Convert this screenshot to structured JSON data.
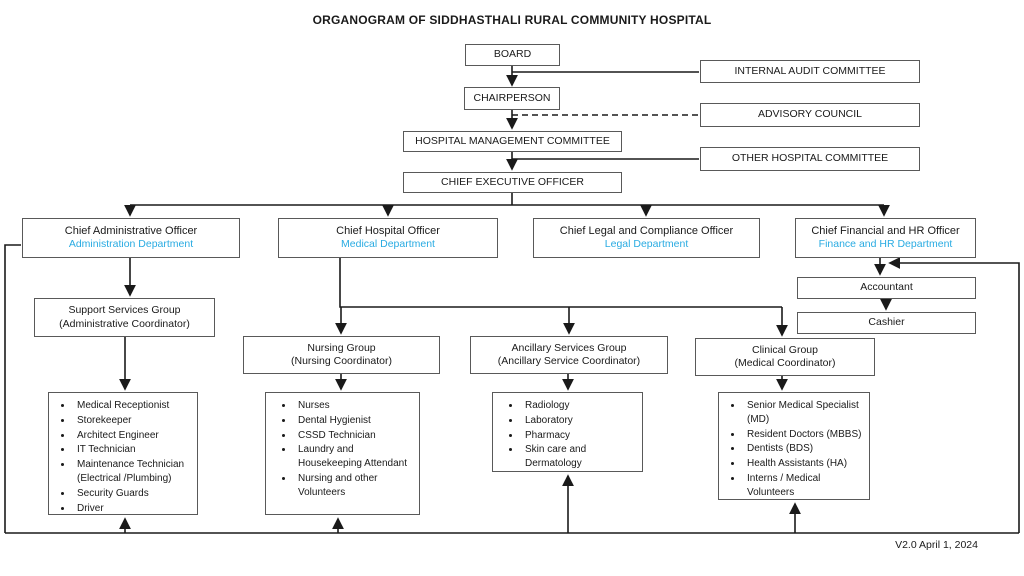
{
  "title": "ORGANOGRAM OF SIDDHASTHALI RURAL COMMUNITY HOSPITAL",
  "version": "V2.0 April 1, 2024",
  "colors": {
    "department_text": "#29ABE2",
    "box_border": "#595959",
    "connector_line": "#1a1a1a",
    "background": "#ffffff"
  },
  "nodes": {
    "board": {
      "label": "BOARD"
    },
    "internal_audit": {
      "label": "INTERNAL AUDIT COMMITTEE"
    },
    "chairperson": {
      "label": "CHAIRPERSON"
    },
    "advisory_council": {
      "label": "ADVISORY COUNCIL"
    },
    "hospital_management_committee": {
      "label": "HOSPITAL MANAGEMENT COMMITTEE"
    },
    "other_hospital_committee": {
      "label": "OTHER HOSPITAL COMMITTEE"
    },
    "ceo": {
      "label": "CHIEF EXECUTIVE OFFICER"
    },
    "cao": {
      "title": "Chief Administrative Officer",
      "department": "Administration Department"
    },
    "cho": {
      "title": "Chief Hospital Officer",
      "department": "Medical Department"
    },
    "clco": {
      "title": "Chief Legal and Compliance Officer",
      "department": "Legal Department"
    },
    "cfhro": {
      "title": "Chief Financial and HR Officer",
      "department": "Finance and HR Department"
    },
    "accountant": {
      "label": "Accountant"
    },
    "cashier": {
      "label": "Cashier"
    },
    "support_services_group": {
      "title": "Support  Services Group",
      "subtitle": "(Administrative Coordinator)"
    },
    "nursing_group": {
      "title": "Nursing Group",
      "subtitle": "(Nursing Coordinator)"
    },
    "ancillary_group": {
      "title": "Ancillary Services Group",
      "subtitle": "(Ancillary Service  Coordinator)"
    },
    "clinical_group": {
      "title": "Clinical Group",
      "subtitle": "(Medical Coordinator)"
    },
    "admin_staff": {
      "items": [
        "Medical Receptionist",
        "Storekeeper",
        "Architect Engineer",
        "IT Technician",
        "Maintenance Technician (Electrical /Plumbing)",
        "Security Guards",
        "Driver"
      ]
    },
    "nursing_staff": {
      "items": [
        "Nurses",
        "Dental Hygienist",
        "CSSD Technician",
        "Laundry and Housekeeping Attendant",
        "Nursing and other Volunteers"
      ]
    },
    "ancillary_staff": {
      "items": [
        "Radiology",
        "Laboratory",
        "Pharmacy",
        "Skin care and Dermatology"
      ]
    },
    "clinical_staff": {
      "items": [
        "Senior Medical Specialist (MD)",
        "Resident Doctors (MBBS)",
        "Dentists (BDS)",
        "Health Assistants (HA)",
        "Interns / Medical Volunteers"
      ]
    }
  }
}
